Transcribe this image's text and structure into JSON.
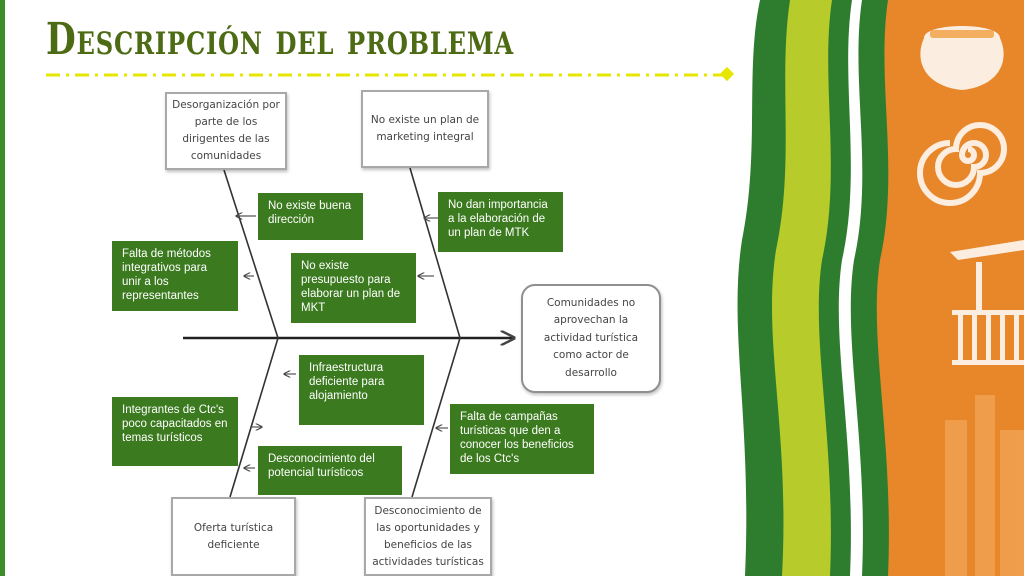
{
  "slide": {
    "title": "Descripción del problema"
  },
  "diagram": {
    "effect": "Comunidades no aprovechan la actividad turística como actor de desarrollo",
    "categories": {
      "top_left": "Desorganización por parte de los dirigentes de las comunidades",
      "top_right": "No existe un plan de marketing integral",
      "bottom_left": "Oferta turística deficiente",
      "bottom_right": "Desconocimiento de las oportunidades y beneficios de las actividades turísticas"
    },
    "causes": {
      "buena_direccion": "No existe buena dirección",
      "metodos": "Falta de métodos integrativos para unir a los representantes",
      "importancia_mtk": "No dan importancia a la elaboración de un plan de MTK",
      "presupuesto": "No existe presupuesto para elaborar un plan de MKT",
      "infraestructura": "Infraestructura deficiente para alojamiento",
      "capacitados": "Integrantes de Ctc's poco capacitados en temas turísticos",
      "potencial": "Desconocimiento del potencial turísticos",
      "campanas": "Falta de campañas turísticas que den a conocer los beneficios de los Ctc's"
    }
  },
  "colors": {
    "title": "#4d6b14",
    "cause_box": "#3b7a1f",
    "dashed_line": "#e6e600",
    "stripe_dark_green": "#2e7d2e",
    "stripe_lime": "#b7cc2a",
    "stripe_orange": "#e8862a"
  }
}
